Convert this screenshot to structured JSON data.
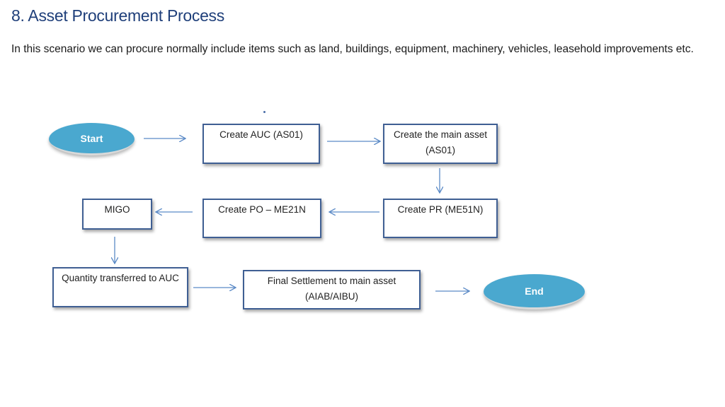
{
  "header": {
    "title": "8. Asset Procurement Process",
    "description": "In this scenario we can procure normally include items such as land, buildings, equipment, machinery, vehicles, leasehold improvements etc."
  },
  "flow": {
    "start": "Start",
    "end": "End",
    "steps": {
      "create_auc": "Create AUC (AS01)",
      "create_main_asset": "Create the main asset (AS01)",
      "create_pr": "Create PR (ME51N)",
      "create_po": "Create PO – ME21N",
      "migo": "MIGO",
      "quantity_transferred": "Quantity transferred to AUC",
      "final_settlement": "Final Settlement to main asset (AIAB/AIBU)"
    }
  },
  "colors": {
    "oval": "#4aa8cf",
    "box_border": "#3f5f93",
    "arrow": "#5b8ac6",
    "title": "#1f3f7a"
  }
}
